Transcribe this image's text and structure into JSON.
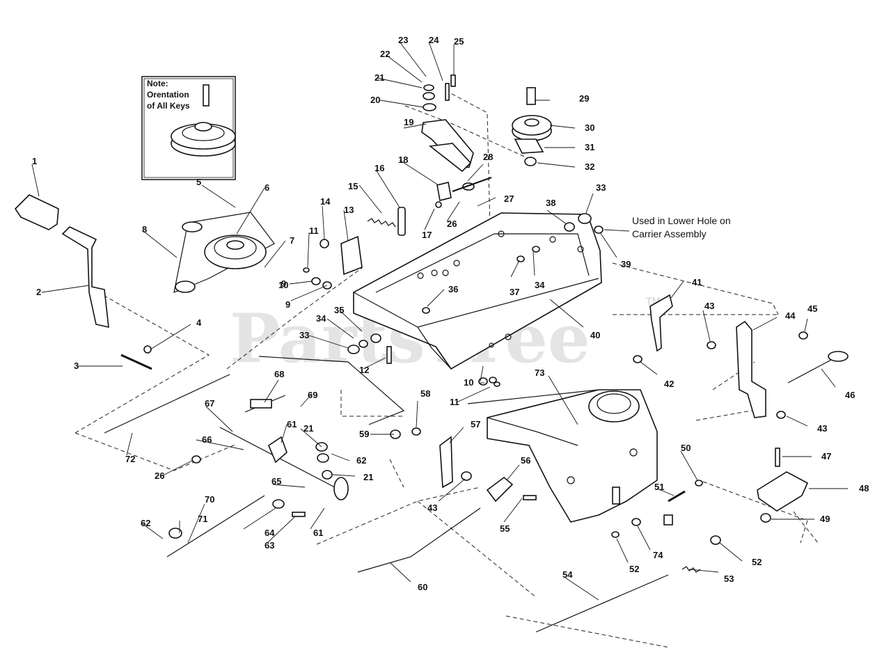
{
  "note_box": {
    "title": "Note:",
    "line1": "Orentation",
    "line2": "of All Keys"
  },
  "info": {
    "line1": "Used in Lower Hole on",
    "line2": "Carrier Assembly"
  },
  "watermark": {
    "text": "PartsTree",
    "tm": "TM"
  },
  "callouts": [
    "1",
    "2",
    "3",
    "4",
    "5",
    "6",
    "7",
    "8",
    "9",
    "9",
    "10",
    "10",
    "11",
    "11",
    "12",
    "13",
    "14",
    "15",
    "16",
    "17",
    "18",
    "19",
    "20",
    "21",
    "21",
    "21",
    "22",
    "23",
    "24",
    "25",
    "26",
    "26",
    "27",
    "28",
    "29",
    "30",
    "31",
    "32",
    "33",
    "33",
    "34",
    "34",
    "35",
    "36",
    "37",
    "38",
    "39",
    "40",
    "41",
    "42",
    "43",
    "43",
    "43",
    "44",
    "45",
    "46",
    "47",
    "48",
    "49",
    "50",
    "51",
    "52",
    "52",
    "53",
    "54",
    "55",
    "56",
    "57",
    "58",
    "59",
    "60",
    "61",
    "61",
    "62",
    "62",
    "63",
    "64",
    "65",
    "66",
    "67",
    "68",
    "69",
    "70",
    "71",
    "72",
    "73",
    "74"
  ]
}
